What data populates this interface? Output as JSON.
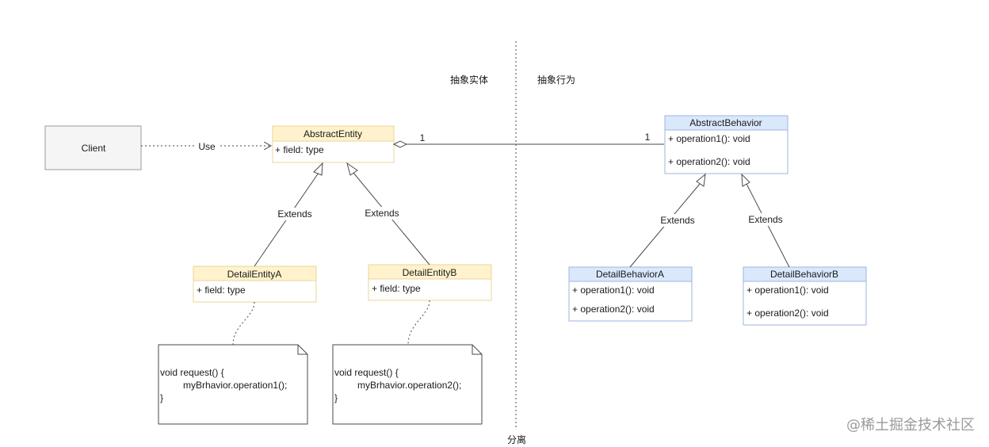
{
  "sections": {
    "left": "抽象实体",
    "right": "抽象行为",
    "divider": "分离"
  },
  "client": {
    "label": "Client"
  },
  "edges": {
    "use": "Use",
    "extends": "Extends",
    "mult_left": "1",
    "mult_right": "1"
  },
  "abstract_entity": {
    "title": "AbstractEntity",
    "fields": [
      "+ field: type"
    ]
  },
  "detail_entity_a": {
    "title": "DetailEntityA",
    "fields": [
      "+ field: type"
    ]
  },
  "detail_entity_b": {
    "title": "DetailEntityB",
    "fields": [
      "+ field: type"
    ]
  },
  "abstract_behavior": {
    "title": "AbstractBehavior",
    "methods": [
      "+ operation1(): void",
      "+ operation2(): void"
    ]
  },
  "detail_behavior_a": {
    "title": "DetailBehaviorA",
    "methods": [
      "+ operation1(): void",
      "+ operation2(): void"
    ]
  },
  "detail_behavior_b": {
    "title": "DetailBehaviorB",
    "methods": [
      "+ operation1(): void",
      "+ operation2(): void"
    ]
  },
  "note_a": {
    "lines": [
      "void request() {",
      "myBrhavior.operation1();",
      "}"
    ]
  },
  "note_b": {
    "lines": [
      "void request() {",
      "myBrhavior.operation2();",
      "}"
    ]
  },
  "watermark": "@稀土掘金技术社区",
  "colors": {
    "entity_header": "#fff2cc",
    "entity_border": "#e8d69a",
    "behavior_header": "#dae8fc",
    "behavior_border": "#9fb6dc",
    "client_fill": "#f5f5f5"
  }
}
